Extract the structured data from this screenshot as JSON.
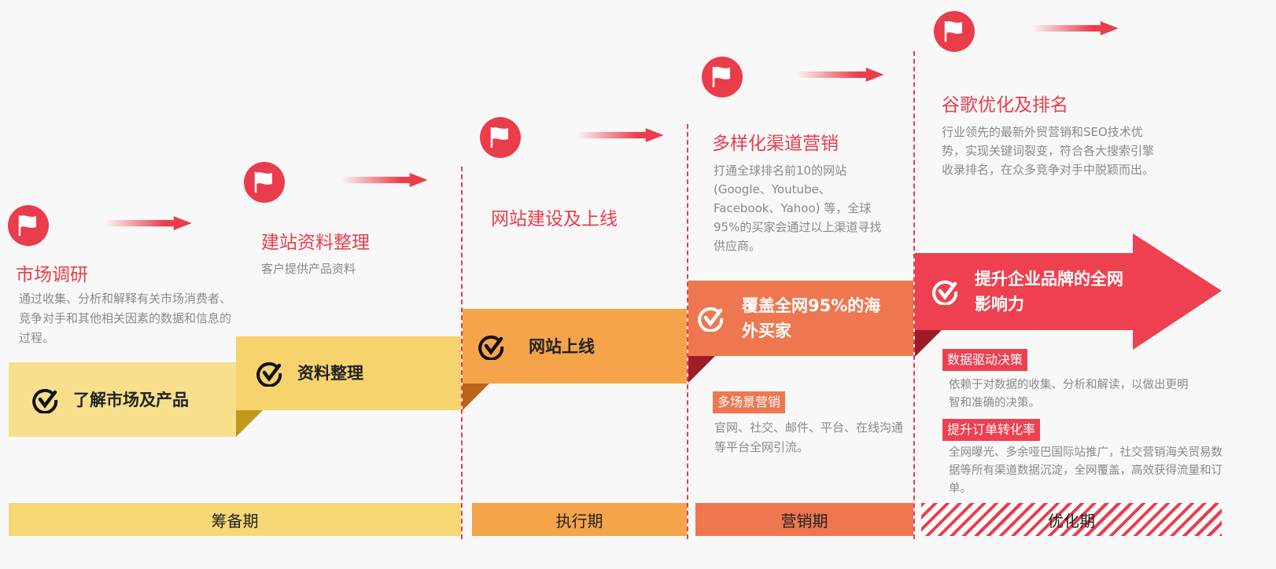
{
  "stages": [
    {
      "title": "市场调研",
      "desc": "通过收集、分析和解释有关市场消费者、竞争对手和其他相关因素的数据和信息的过程。",
      "milestone": "了解市场及产品"
    },
    {
      "title": "建站资料整理",
      "desc": "客户提供产品资料",
      "milestone": "资料整理"
    },
    {
      "title": "网站建设及上线",
      "desc": "",
      "milestone": "网站上线"
    },
    {
      "title": "多样化渠道营销",
      "desc": "打通全球排名前10的网站(Google、Youtube、Facebook、Yahoo) 等，全球95%的买家会通过以上渠道寻找供应商。",
      "milestone": "覆盖全网95%的海外买家",
      "tags": [
        {
          "label": "多场景营销",
          "desc": "官网、社交、邮件、平台、在线沟通等平台全网引流。"
        }
      ]
    },
    {
      "title": "谷歌优化及排名",
      "desc": "行业领先的最新外贸营销和SEO技术优势，实现关键词裂变，符合各大搜索引擎收录排名，在众多竞争对手中脱颖而出。",
      "milestone": "提升企业品牌的全网影响力",
      "tags": [
        {
          "label": "数据驱动决策",
          "desc": "依赖于对数据的收集、分析和解读，以做出更明智和准确的决策。"
        },
        {
          "label": "提升订单转化率",
          "desc": "全网曝光、多余哑巴国际站推广，社交营销海关贸易数据等所有渠道数据沉淀，全网覆盖，高效获得流量和订单。"
        }
      ]
    }
  ],
  "phases": [
    "筹备期",
    "执行期",
    "营销期",
    "优化期"
  ],
  "colors": {
    "red": "#ea3d4c",
    "yellow_light": "#f7df8c",
    "yellow": "#f7d36e",
    "orange": "#f5a44a",
    "coral": "#ee7750"
  }
}
